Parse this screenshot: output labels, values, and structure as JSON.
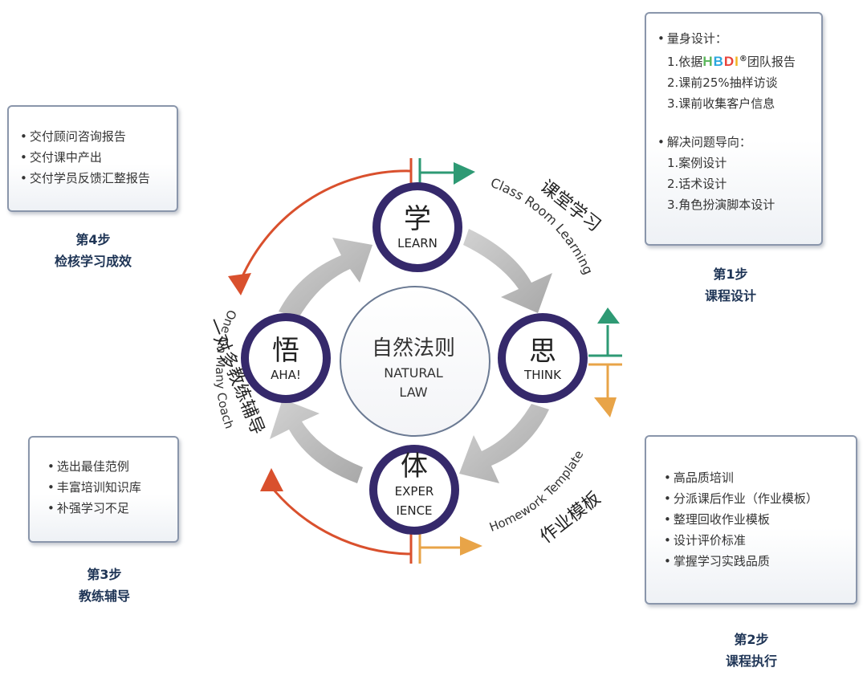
{
  "step1": {
    "label": "第1步",
    "title": "课程设计",
    "group1_heading": "量身设计：",
    "item1_prefix": "1.依据",
    "hbdi_letters": [
      "H",
      "B",
      "D",
      "I"
    ],
    "hbdi_colors": [
      "#5cb85c",
      "#2aa6de",
      "#e8423a",
      "#f0b320"
    ],
    "registered_mark": "®",
    "item1_suffix": "团队报告",
    "item2": "2.课前25%抽样访谈",
    "item3": "3.课前收集客户信息",
    "group2_heading": "解决问题导向：",
    "item4": "1.案例设计",
    "item5": "2.话术设计",
    "item6": "3.角色扮演脚本设计"
  },
  "step2": {
    "label": "第2步",
    "title": "课程执行",
    "items": [
      "高品质培训",
      "分派课后作业（作业模板）",
      "整理回收作业模板",
      "设计评价标准",
      "掌握学习实践品质"
    ]
  },
  "step3": {
    "label": "第3步",
    "title": "教练辅导",
    "items": [
      "选出最佳范例",
      "丰富培训知识库",
      "补强学习不足"
    ]
  },
  "step4": {
    "label": "第4步",
    "title": "检核学习成效",
    "items": [
      "交付顾问咨询报告",
      "交付课中产出",
      "交付学员反馈汇整报告"
    ]
  },
  "cycle": {
    "center_zh": "自然法则",
    "center_en1": "NATURAL",
    "center_en2": "LAW",
    "learn_zh": "学",
    "learn_en": "LEARN",
    "think_zh": "思",
    "think_en": "THINK",
    "exp_zh": "体",
    "exp_en1": "EXPER",
    "exp_en2": "IENCE",
    "aha_zh": "悟",
    "aha_en": "AHA!"
  },
  "arc_labels": {
    "classroom_zh": "课堂学习",
    "classroom_en": "Class Room Learning",
    "homework_zh": "作业模板",
    "homework_en": "Homework Template",
    "coach_zh": "一对多教练辅导",
    "coach_en": "One On Many Coach"
  },
  "colors": {
    "ring": "#35296b",
    "green": "#2e9a74",
    "orange": "#e8a448",
    "red": "#d9502d",
    "gray_arrow": "#bcbcbc",
    "step_title": "#1f3556"
  }
}
